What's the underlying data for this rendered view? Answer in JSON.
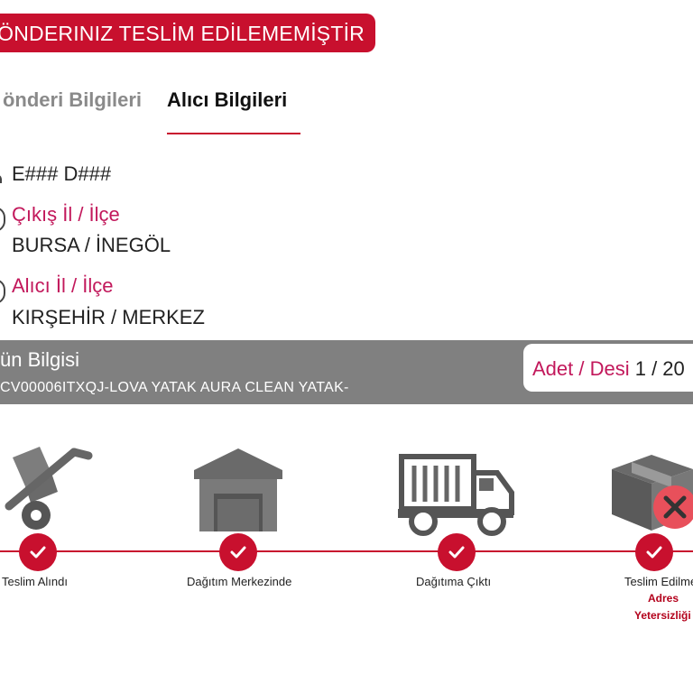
{
  "banner": {
    "text": "ÖNDERINIZ TESLİM EDİLEMEMİŞTİR"
  },
  "tabs": [
    {
      "label": "önderi Bilgileri",
      "active": false
    },
    {
      "label": "Alıcı Bilgileri",
      "active": true
    }
  ],
  "receiver": {
    "name": "E### D###",
    "origin_label": "Çıkış İl / İlçe",
    "origin_value": "BURSA / İNEGÖL",
    "dest_label": "Alıcı İl / İlçe",
    "dest_value": "KIRŞEHİR / MERKEZ"
  },
  "product": {
    "title": "ün Bilgisi",
    "description": "CV00006ITXQJ-LOVA YATAK AURA CLEAN YATAK-",
    "adet_label": "Adet / Desi",
    "adet_value": "1 / 20"
  },
  "steps": [
    {
      "label": "Teslim Alındı",
      "icon": "hand-truck-icon",
      "status": "done"
    },
    {
      "label": "Dağıtım Merkezinde",
      "icon": "warehouse-icon",
      "status": "done"
    },
    {
      "label": "Dağıtıma Çıktı",
      "icon": "delivery-truck-icon",
      "status": "done"
    },
    {
      "label": "Teslim Edilme",
      "icon": "failed-package-icon",
      "status": "done",
      "note_line1": "Adres",
      "note_line2": "Yetersizliği"
    }
  ],
  "colors": {
    "brand": "#c8102e",
    "label": "#c2185b",
    "band": "#808080",
    "icon": "#666666"
  }
}
